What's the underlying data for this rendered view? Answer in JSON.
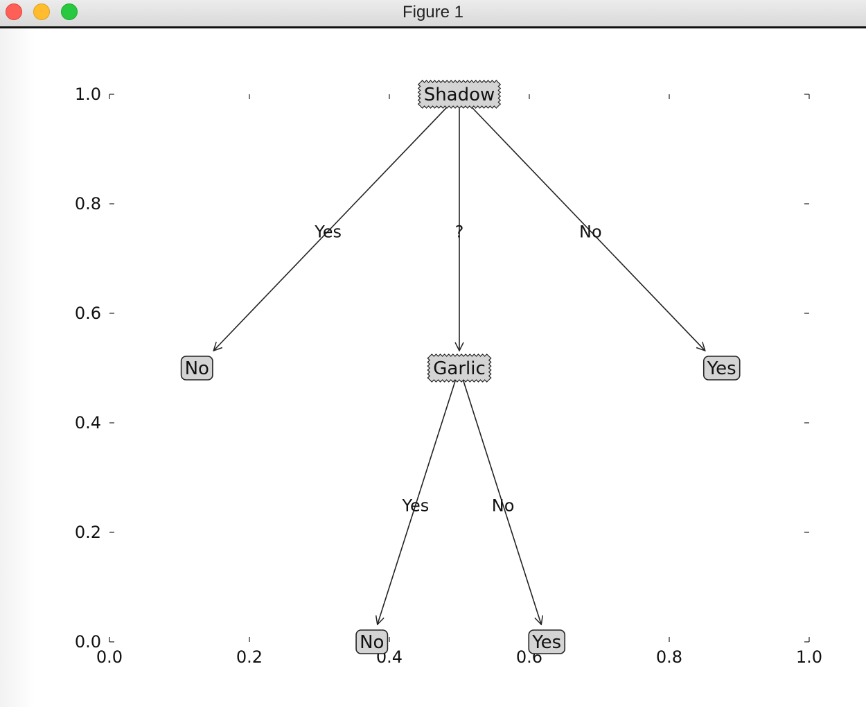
{
  "window": {
    "title": "Figure 1"
  },
  "chart_data": {
    "type": "tree",
    "xlim": [
      0.0,
      1.0
    ],
    "ylim": [
      0.0,
      1.0
    ],
    "x_ticks": [
      "0.0",
      "0.2",
      "0.4",
      "0.6",
      "0.8",
      "1.0"
    ],
    "y_ticks": [
      "0.0",
      "0.2",
      "0.4",
      "0.6",
      "0.8",
      "1.0"
    ],
    "grid": false,
    "nodes": [
      {
        "id": "root",
        "label": "Shadow",
        "kind": "decision",
        "x": 0.5,
        "y": 1.0
      },
      {
        "id": "leaf-left",
        "label": "No",
        "kind": "leaf",
        "x": 0.125,
        "y": 0.5
      },
      {
        "id": "garlic",
        "label": "Garlic",
        "kind": "decision",
        "x": 0.5,
        "y": 0.5
      },
      {
        "id": "leaf-right",
        "label": "Yes",
        "kind": "leaf",
        "x": 0.875,
        "y": 0.5
      },
      {
        "id": "leaf-bottom-left",
        "label": "No",
        "kind": "leaf",
        "x": 0.375,
        "y": 0.0
      },
      {
        "id": "leaf-bottom-right",
        "label": "Yes",
        "kind": "leaf",
        "x": 0.625,
        "y": 0.0
      }
    ],
    "edges": [
      {
        "from": "root",
        "to": "leaf-left",
        "label": "Yes"
      },
      {
        "from": "root",
        "to": "garlic",
        "label": "?"
      },
      {
        "from": "root",
        "to": "leaf-right",
        "label": "No"
      },
      {
        "from": "garlic",
        "to": "leaf-bottom-left",
        "label": "Yes"
      },
      {
        "from": "garlic",
        "to": "leaf-bottom-right",
        "label": "No"
      }
    ]
  }
}
